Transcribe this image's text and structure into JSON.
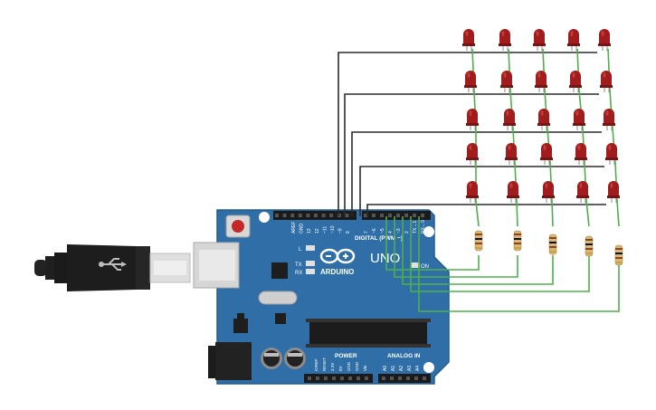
{
  "board": {
    "brand": "ARDUINO",
    "model": "UNO",
    "digital_label": "DIGITAL (PWM ~)",
    "analog_label": "ANALOG IN",
    "power_label": "POWER",
    "on_label": "ON",
    "led_l": "L",
    "led_tx": "TX",
    "led_rx": "RX",
    "header_top_left": [
      "AREF",
      "GND",
      "13",
      "12",
      "~11",
      "~10",
      "~9",
      "8"
    ],
    "header_top_right": [
      "7",
      "~6",
      "~5",
      "4",
      "~3",
      "2",
      "TX→1",
      "RX←0"
    ],
    "power_pins": [
      "IOREF",
      "RESET",
      "3.3V",
      "5V",
      "GND",
      "GND",
      "Vin"
    ],
    "analog_pins": [
      "A0",
      "A1",
      "A2",
      "A3",
      "A4",
      "A5"
    ]
  },
  "leds": {
    "rows": 5,
    "cols": 5,
    "color": "#9b1b1b"
  },
  "resistors": {
    "count": 5
  },
  "colors": {
    "board": "#2f6ea6",
    "board_edge": "#245a8a",
    "wire_green": "#4db04a",
    "wire_black": "#2b2b2b",
    "led_body": "#a11d1d",
    "usb_cable": "#1f1f1f"
  }
}
